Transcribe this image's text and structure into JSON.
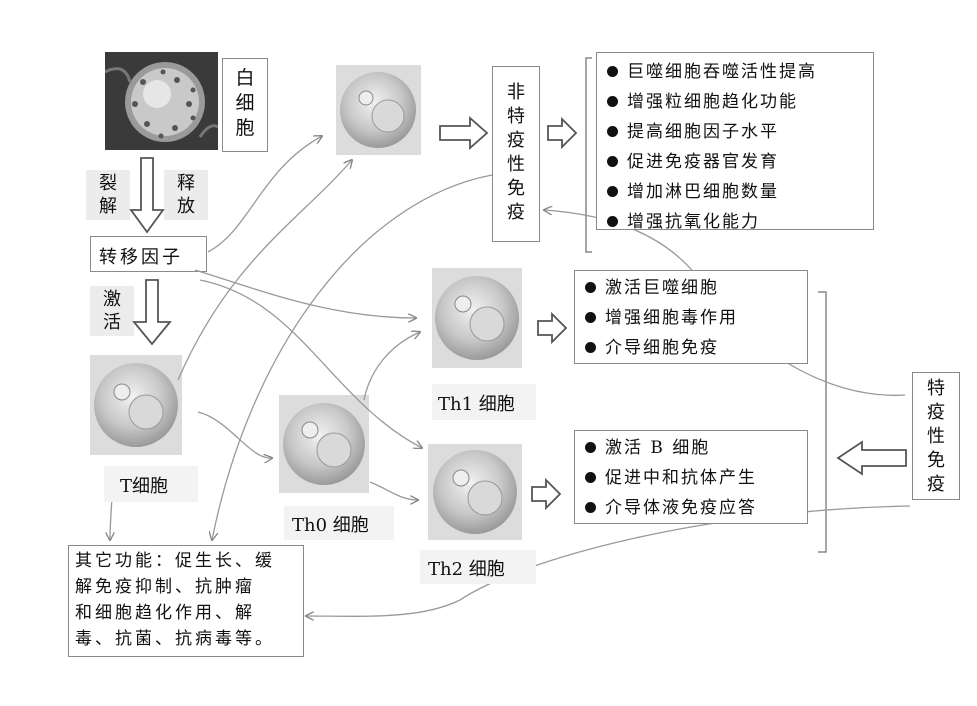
{
  "leukocyte": {
    "label_chars": [
      "白",
      "细",
      "胞"
    ]
  },
  "split_label_chars": [
    "裂",
    "解"
  ],
  "release_label_chars": [
    "释",
    "放"
  ],
  "transfer_factor": "转移因子",
  "activate_label_chars": [
    "激",
    "活"
  ],
  "t_cell_label": "T细胞",
  "th0_label": "Th0 细胞",
  "th1_label": "Th1 细胞",
  "th2_label": "Th2 细胞",
  "nonspecific_immunity_chars": [
    "非",
    "特",
    "疫",
    "性",
    "免",
    "疫"
  ],
  "specific_immunity_chars": [
    "特",
    "疫",
    "性",
    "免",
    "疫"
  ],
  "nonspecific_effects": [
    "巨噬细胞吞噬活性提高",
    "增强粒细胞趋化功能",
    "提高细胞因子水平",
    "促进免疫器官发育",
    "增加淋巴细胞数量",
    "增强抗氧化能力"
  ],
  "th1_effects": [
    "激活巨噬细胞",
    "增强细胞毒作用",
    "介导细胞免疫"
  ],
  "th2_effects": [
    "激活 B 细胞",
    "促进中和抗体产生",
    "介导体液免疫应答"
  ],
  "other_functions": {
    "lines": [
      "其它功能：促生长、缓",
      "解免疫抑制、抗肿瘤",
      "和细胞趋化作用、解",
      "毒、抗菌、抗病毒等。"
    ]
  }
}
